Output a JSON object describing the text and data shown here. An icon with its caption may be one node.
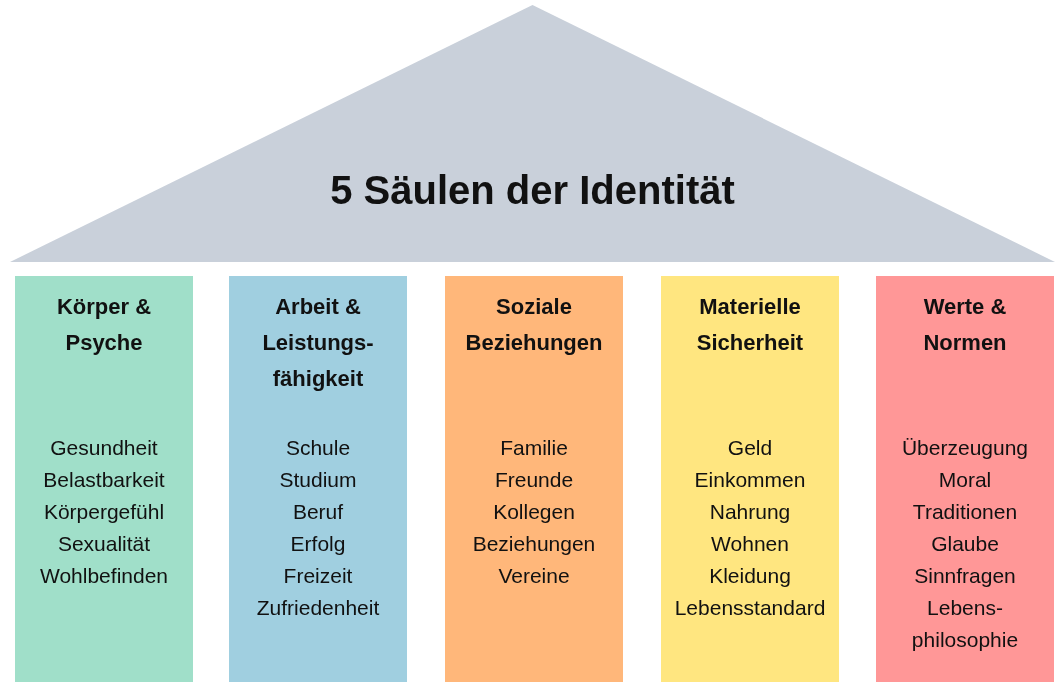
{
  "diagram": {
    "nodes": [
      {
        "text": [
          "5 Säulen der Identität"
        ]
      },
      {
        "text": [
          "Körper & Psyche",
          "Gesundheit",
          "Belastbarkeit",
          "Körpergefühl",
          "Sexualität",
          "Wohlbefinden"
        ]
      },
      {
        "text": [
          "Arbeit & Leistungs-fähigkeit",
          "Schule",
          "Studium",
          "Beruf",
          "Erfolg",
          "Freizeit",
          "Zufriedenheit"
        ]
      },
      {
        "text": [
          "Soziale Beziehungen",
          "Familie",
          "Freunde",
          "Kollegen",
          "Beziehungen",
          "Vereine"
        ]
      },
      {
        "text": [
          "Materielle Sicherheit",
          "Geld",
          "Einkommen",
          "Nahrung",
          "Wohnen",
          "Kleidung",
          "Lebensstandard"
        ]
      },
      {
        "text": [
          "Werte & Normen",
          "Überzeugung",
          "Moral",
          "Traditionen",
          "Glaube",
          "Sinnfragen",
          "Lebens-philosophie"
        ]
      }
    ],
    "edges": []
  }
}
